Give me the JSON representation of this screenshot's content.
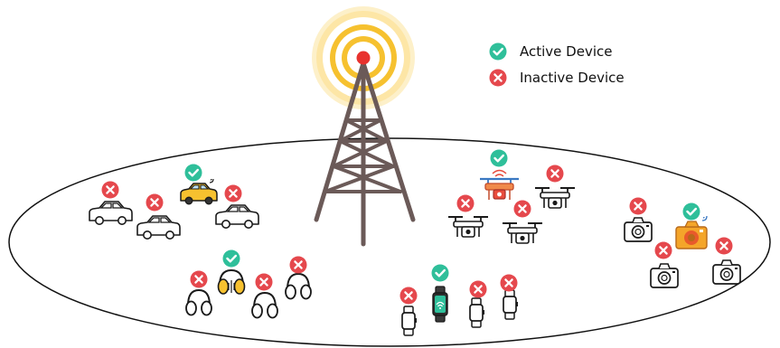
{
  "legend": {
    "active_label": "Active Device",
    "inactive_label": "Inactive Device",
    "active_icon": "check-badge-icon",
    "inactive_icon": "cross-badge-icon"
  },
  "colors": {
    "active": "#2fbf9a",
    "inactive": "#e5484d",
    "tower": "#6b5a58",
    "tower_glow_outer": "#fde7b0",
    "tower_glow_inner": "#f7c53a",
    "tower_tip": "#e8322e",
    "outline": "#1a1a1a"
  },
  "clusters": [
    {
      "name": "cars",
      "icon": "car-icon",
      "active": 1,
      "inactive": 3
    },
    {
      "name": "drones",
      "icon": "drone-icon",
      "active": 1,
      "inactive": 3
    },
    {
      "name": "cameras",
      "icon": "camera-icon",
      "active": 1,
      "inactive": 3
    },
    {
      "name": "headphones",
      "icon": "headphones-icon",
      "active": 1,
      "inactive": 3
    },
    {
      "name": "smartwatches",
      "icon": "smartwatch-icon",
      "active": 1,
      "inactive": 3
    }
  ]
}
